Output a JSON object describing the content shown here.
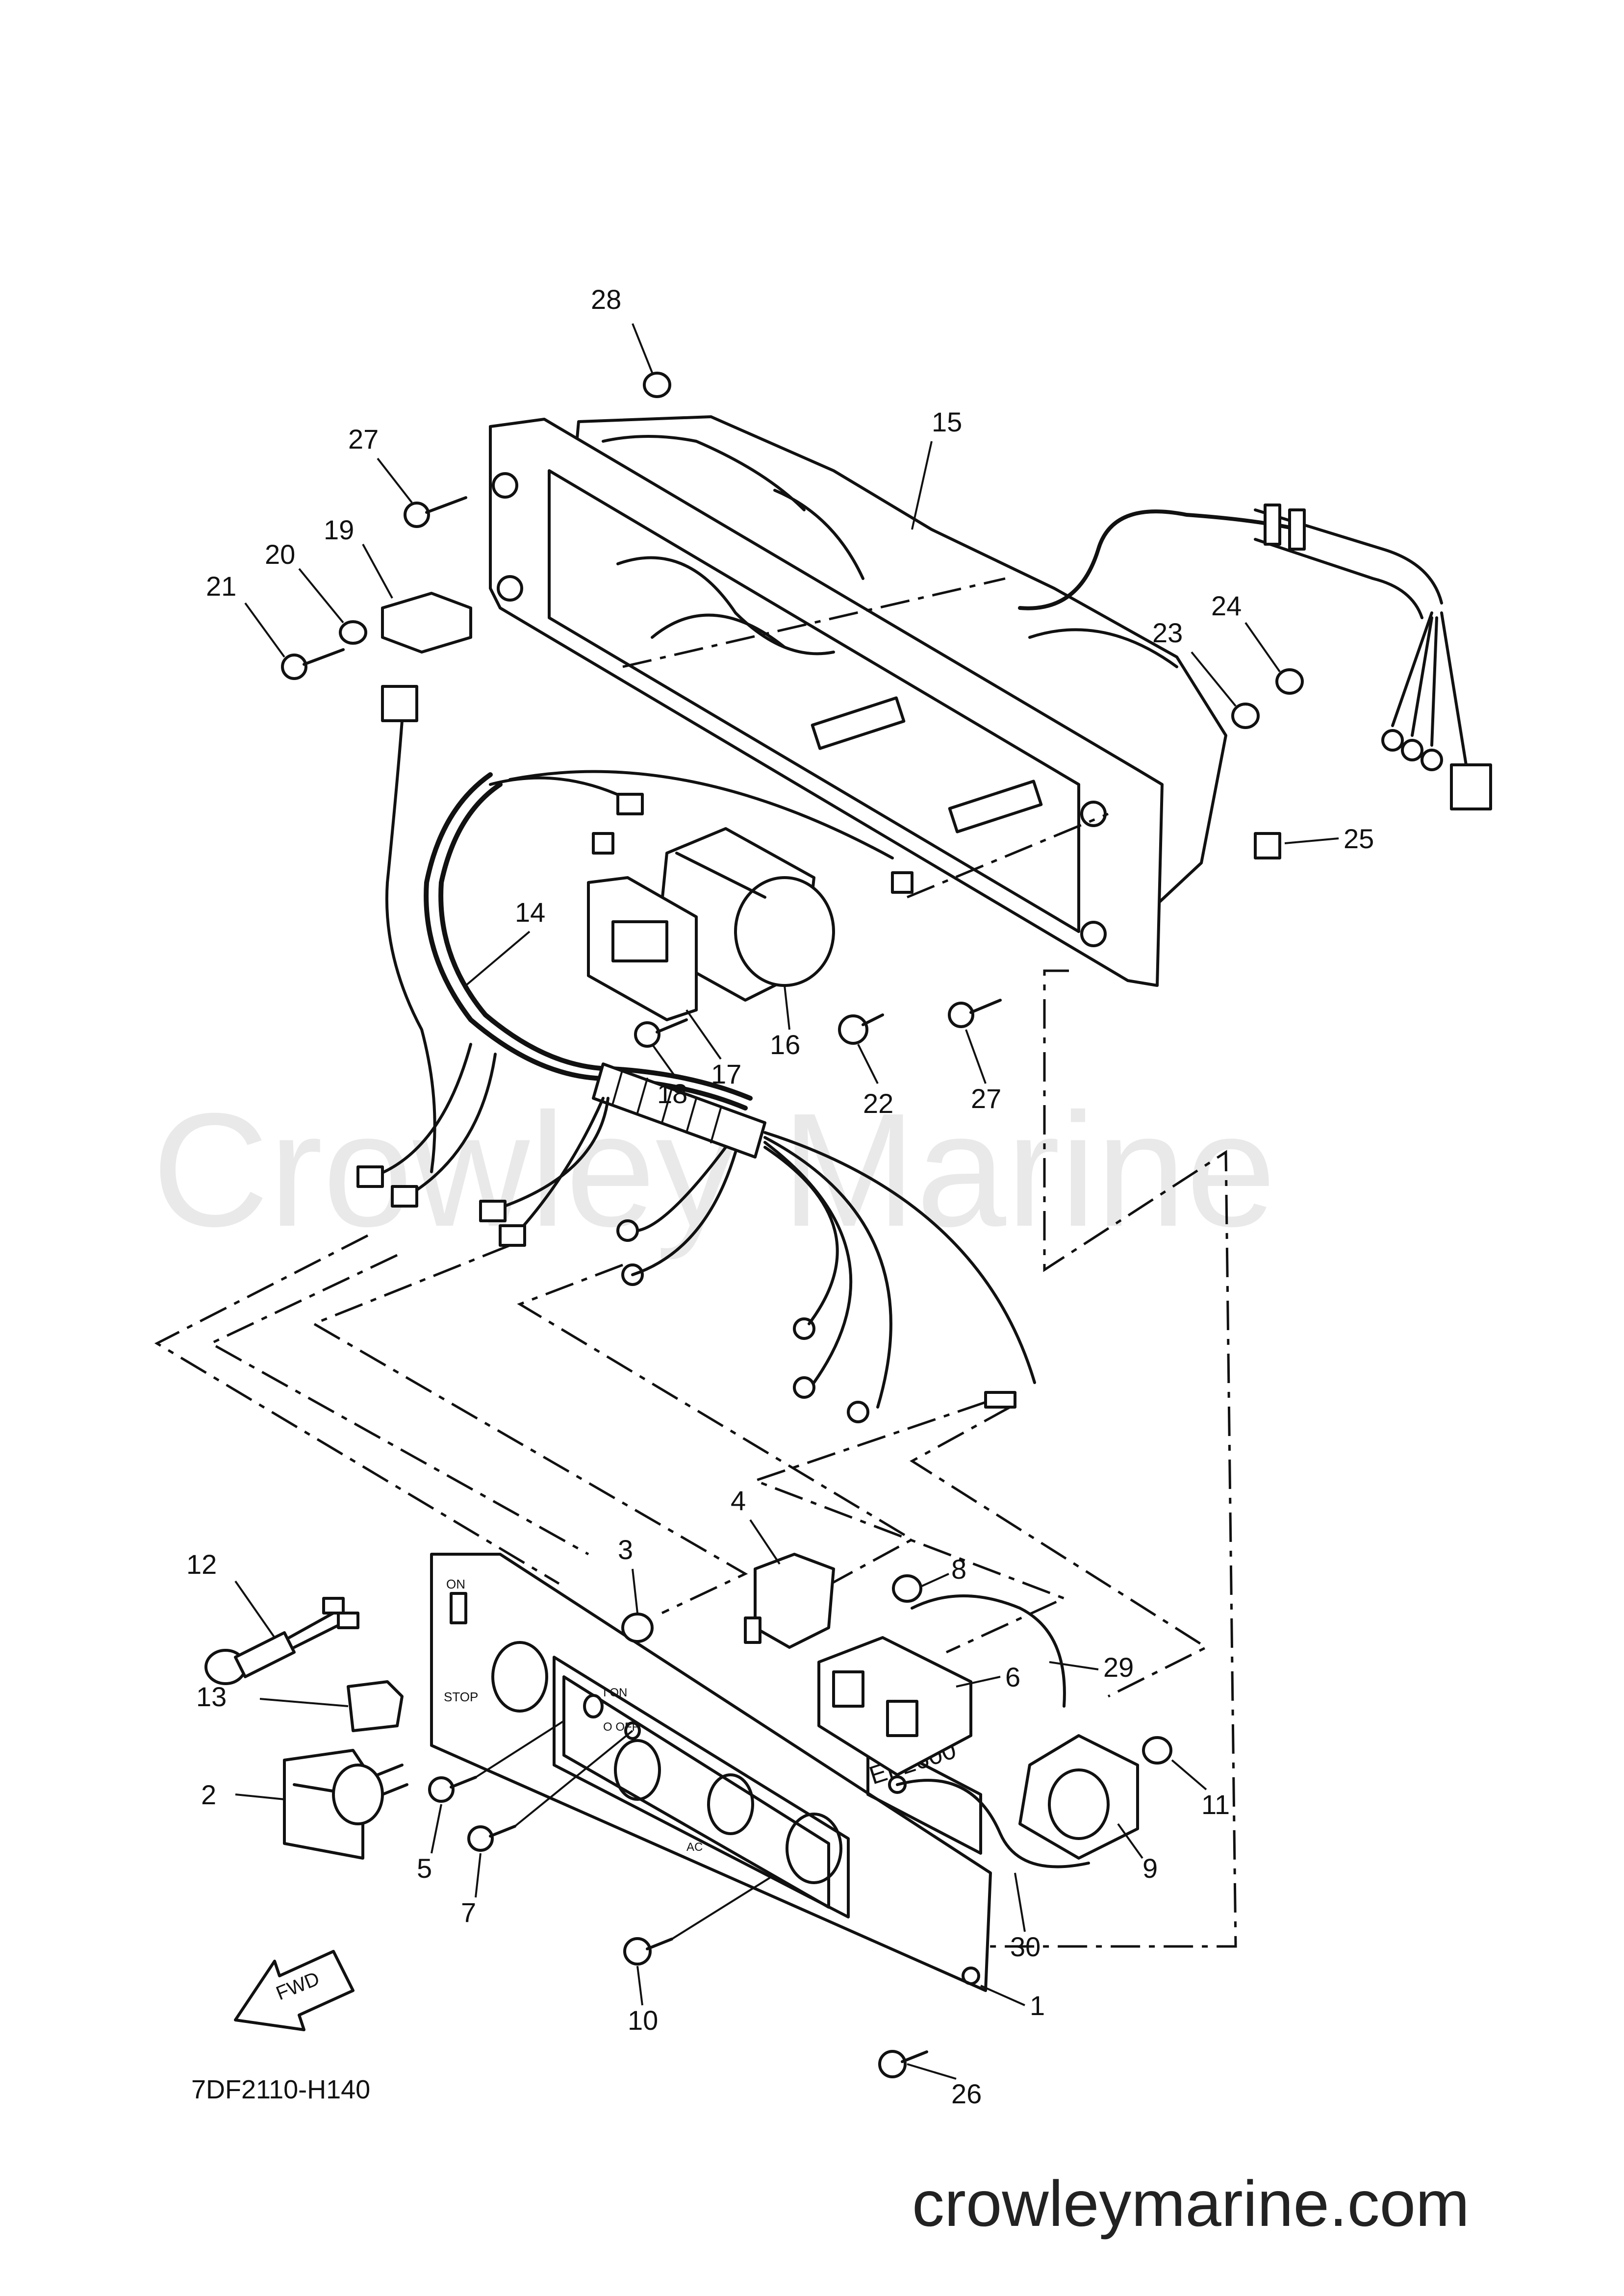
{
  "drawing_code": "7DF2110-H140",
  "watermark": "Crowley Marine",
  "footer_url": "crowleymarine.com",
  "direction_label": "FWD",
  "panel_model": "EF2600",
  "panel_text": {
    "on": "ON",
    "stop": "STOP",
    "ac_switch_on": "I ON",
    "ac_switch_off": "O OFF",
    "ac": "AC"
  },
  "callouts": [
    "1",
    "2",
    "3",
    "4",
    "5",
    "6",
    "7",
    "8",
    "9",
    "10",
    "11",
    "12",
    "13",
    "14",
    "15",
    "16",
    "17",
    "18",
    "19",
    "20",
    "21",
    "22",
    "23",
    "24",
    "25",
    "26",
    "27",
    "27",
    "28",
    "29",
    "30"
  ]
}
